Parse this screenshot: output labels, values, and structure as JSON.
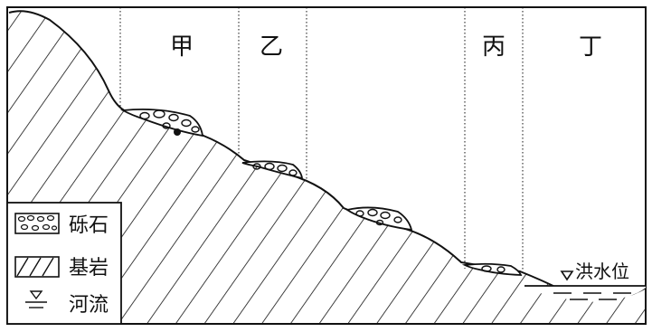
{
  "zones": [
    {
      "label": "甲"
    },
    {
      "label": "乙"
    },
    {
      "label": "丙"
    },
    {
      "label": "丁"
    }
  ],
  "legend": [
    {
      "label": "砾石",
      "icon": "gravel-icon"
    },
    {
      "label": "基岩",
      "icon": "bedrock-hatch-icon"
    },
    {
      "label": "河流",
      "icon": "river-level-icon"
    }
  ],
  "flood_level_label": "洪水位",
  "colors": {
    "line": "#111111",
    "background": "#ffffff"
  }
}
